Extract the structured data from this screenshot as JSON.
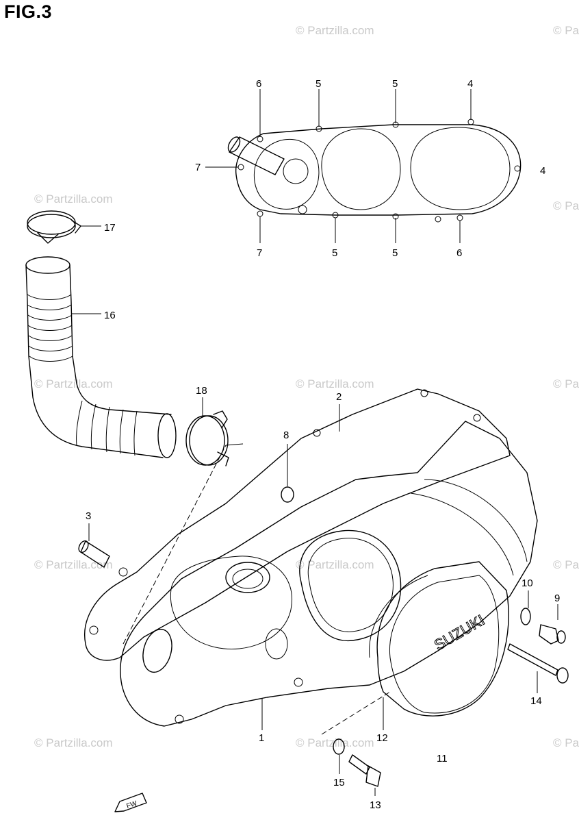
{
  "figure": {
    "title": "FIG.3"
  },
  "watermark": {
    "text": "© Partzilla.com"
  },
  "brand_mark": {
    "text": "SUZUKI"
  },
  "fw_badge": {
    "text": "FW"
  },
  "callouts": [
    {
      "id": "c6a",
      "label": "6"
    },
    {
      "id": "c5a",
      "label": "5"
    },
    {
      "id": "c5b",
      "label": "5"
    },
    {
      "id": "c4a",
      "label": "4"
    },
    {
      "id": "c7a",
      "label": "7"
    },
    {
      "id": "c4b",
      "label": "4"
    },
    {
      "id": "c17",
      "label": "17"
    },
    {
      "id": "c7b",
      "label": "7"
    },
    {
      "id": "c5c",
      "label": "5"
    },
    {
      "id": "c5d",
      "label": "5"
    },
    {
      "id": "c6b",
      "label": "6"
    },
    {
      "id": "c16",
      "label": "16"
    },
    {
      "id": "c18",
      "label": "18"
    },
    {
      "id": "c2",
      "label": "2"
    },
    {
      "id": "c8",
      "label": "8"
    },
    {
      "id": "c3",
      "label": "3"
    },
    {
      "id": "c10",
      "label": "10"
    },
    {
      "id": "c9",
      "label": "9"
    },
    {
      "id": "c14",
      "label": "14"
    },
    {
      "id": "c1",
      "label": "1"
    },
    {
      "id": "c12",
      "label": "12"
    },
    {
      "id": "c11",
      "label": "11"
    },
    {
      "id": "c15",
      "label": "15"
    },
    {
      "id": "c13",
      "label": "13"
    }
  ]
}
